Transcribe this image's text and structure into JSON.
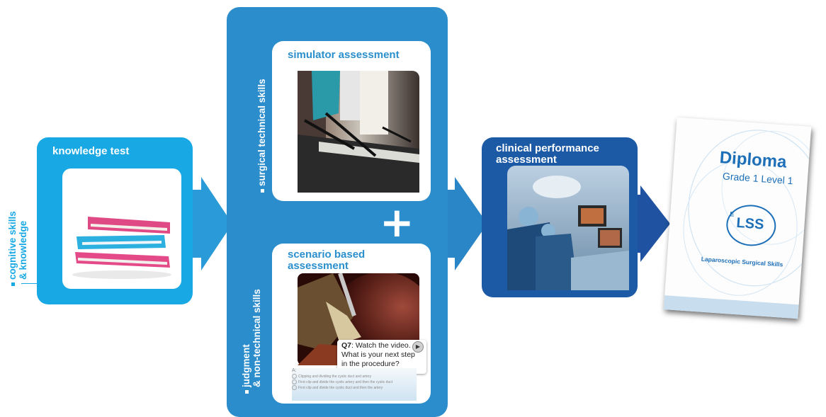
{
  "colors": {
    "light_blue": "#18a8e4",
    "mid_blue": "#2c8dcd",
    "dark_blue": "#1c5aa6",
    "darker_blue": "#1f4f99",
    "diploma_text": "#1d6fb8"
  },
  "knowledge": {
    "title": "knowledge test",
    "side_label_1": "cognitive skills",
    "side_label_2": "& knowledge",
    "image_icon": "books-stack-icon"
  },
  "center": {
    "side_label_top": "surgical technical skills",
    "side_label_bottom_1": "judgment",
    "side_label_bottom_2": "& non-technical skills",
    "simulator": {
      "title": "simulator assessment",
      "image_icon": "simulator-photo-icon"
    },
    "plus": "+",
    "scenario": {
      "title_1": "scenario based",
      "title_2": "assessment",
      "image_icon": "laparoscopy-photo-icon",
      "question_num": "Q7",
      "question_text_1": ": Watch the video.",
      "question_text_2": "What is your next step",
      "question_text_3": "in the procedure?",
      "answer_label": "A:",
      "answers": [
        "Clipping and dividing the cystic duct and artery",
        "First clip and divide the cystic artery and then the cystic duct",
        "First clip and divide the cystic duct and then the artery"
      ]
    }
  },
  "clinical": {
    "title_1": "clinical performance",
    "title_2": "assessment",
    "image_icon": "operating-room-photo-icon"
  },
  "diploma": {
    "title": "Diploma",
    "subtitle": "Grade 1 Level 1",
    "logo_text": "LSS",
    "logo_prefix": "E",
    "org": "Laparoscopic Surgical Skills"
  }
}
